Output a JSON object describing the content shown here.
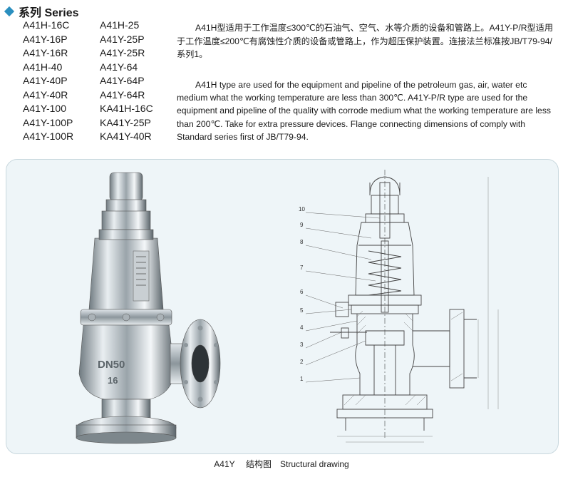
{
  "header": {
    "title": "系列 Series"
  },
  "models": [
    "A41H-16C",
    "A41H-25",
    "A41Y-16P",
    "A41Y-25P",
    "A41Y-16R",
    "A41Y-25R",
    "A41H-40",
    "A41Y-64",
    "A41Y-40P",
    "A41Y-64P",
    "A41Y-40R",
    "A41Y-64R",
    "A41Y-100",
    "KA41H-16C",
    "A41Y-100P",
    "KA41Y-25P",
    "A41Y-100R",
    "KA41Y-40R"
  ],
  "description_zh": "A41H型适用于工作温度≤300℃的石油气、空气、水等介质的设备和管路上。A41Y-P/R型适用于工作温度≤200℃有腐蚀性介质的设备或管路上，作为超压保护装置。连接法兰标准按JB/T79-94/系列1。",
  "description_en": "A41H type are used for the equipment and pipeline of the petroleum gas, air, water etc medium what the working temperature are less than 300℃. A41Y-P/R type are used for the equipment and pipeline of the quality with corrode medium what  the working temperature are less than 200℃. Take for extra pressure devices. Flange connecting dimensions of comply with  Standard series first of JB/T79-94.",
  "photo": {
    "body_mark": "DN50",
    "pressure_mark": "16"
  },
  "drawing": {
    "part_numbers": [
      "10",
      "9",
      "8",
      "7",
      "6",
      "5",
      "4",
      "3",
      "2",
      "1"
    ]
  },
  "caption": {
    "model": "A41Y",
    "zh": "结构图",
    "en": "Structural drawing"
  }
}
